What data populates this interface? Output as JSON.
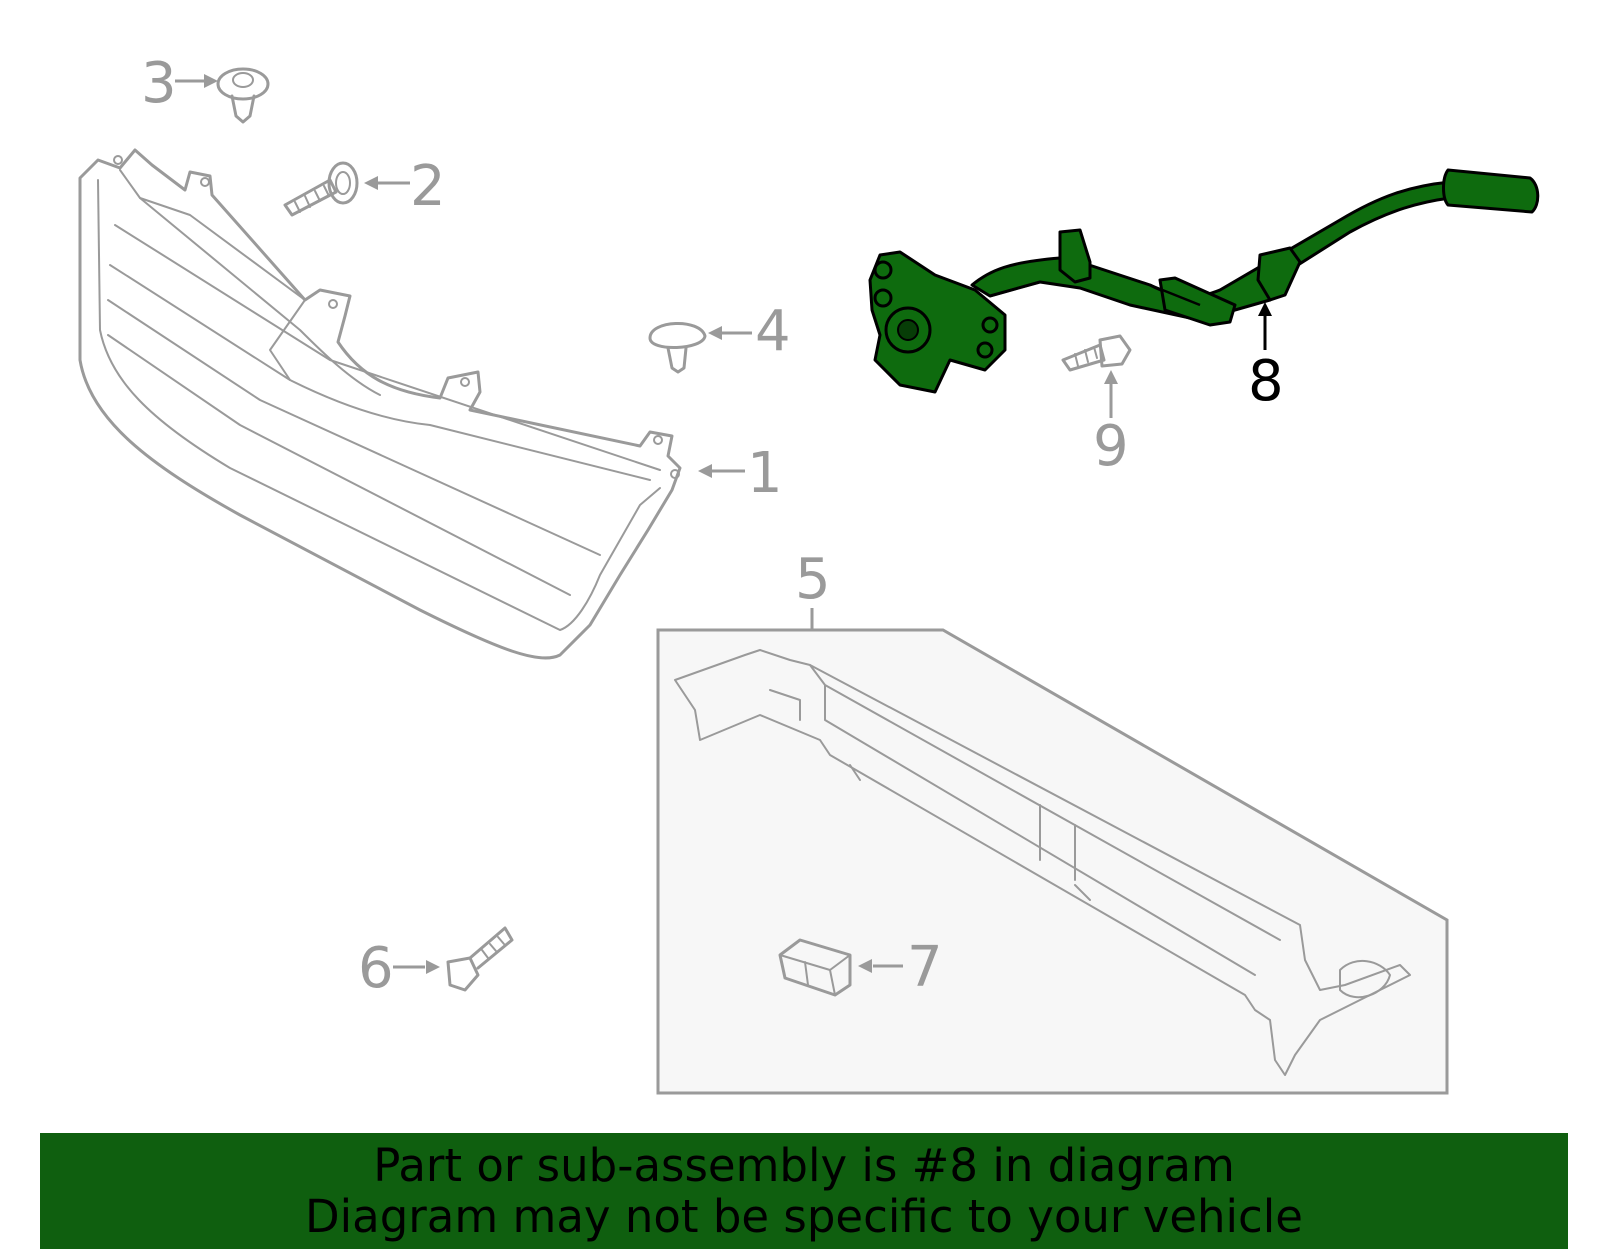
{
  "callouts": {
    "c1": "1",
    "c2": "2",
    "c3": "3",
    "c4": "4",
    "c5": "5",
    "c6": "6",
    "c7": "7",
    "c8": "8",
    "c9": "9"
  },
  "highlighted_part": "8",
  "colors": {
    "highlight_fill": "#0e6b0e",
    "banner_bg": "#0f5f0f",
    "part_stroke": "#9a9a9a"
  },
  "banner": {
    "line1": "Part or sub-assembly is #8 in diagram",
    "line2": "Diagram may not be specific to your vehicle"
  }
}
